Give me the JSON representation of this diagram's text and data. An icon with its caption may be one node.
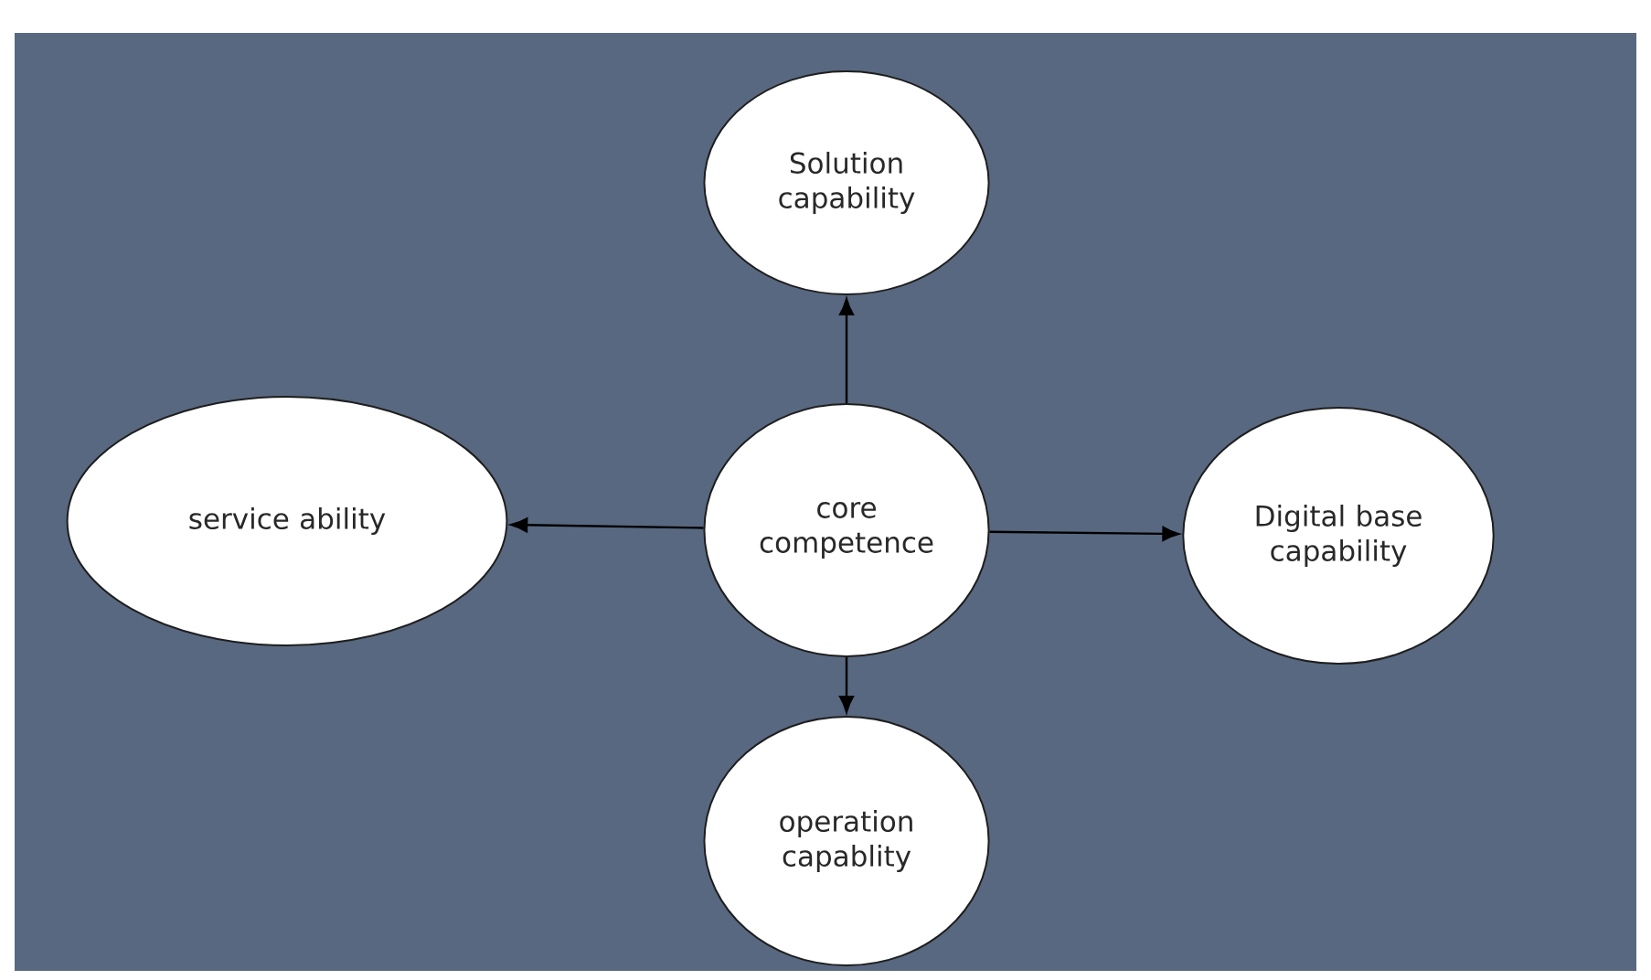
{
  "diagram": {
    "nodes": [
      {
        "text": [
          "core competence"
        ]
      },
      {
        "text": [
          "Solution capability"
        ]
      },
      {
        "text": [
          "service ability"
        ]
      },
      {
        "text": [
          "Digital base capability"
        ]
      },
      {
        "text": [
          "operation capablity"
        ]
      }
    ],
    "edges": [
      {
        "from": 0,
        "to": 1,
        "arrow": "to"
      },
      {
        "from": 0,
        "to": 2,
        "arrow": "to"
      },
      {
        "from": 0,
        "to": 3,
        "arrow": "to"
      },
      {
        "from": 0,
        "to": 4,
        "arrow": "to"
      }
    ]
  }
}
